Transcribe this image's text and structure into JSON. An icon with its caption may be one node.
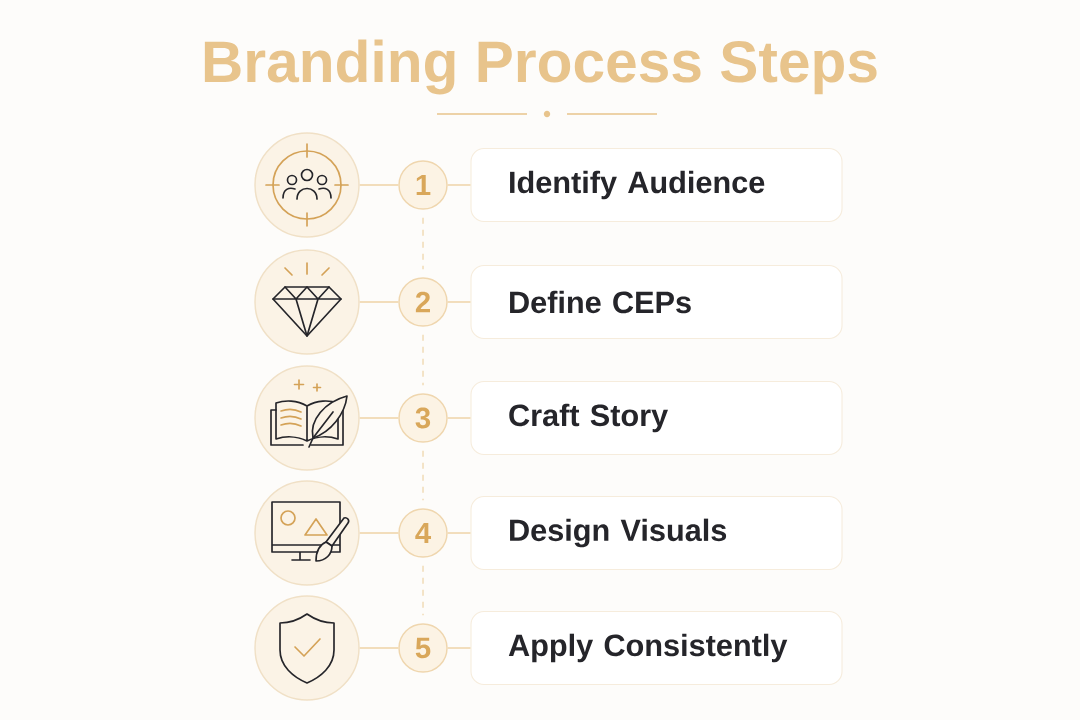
{
  "diagram": {
    "title": "Branding Process Steps",
    "nodes": [
      {
        "text": [],
        "shape": "circle"
      },
      {
        "text": [
          "1"
        ]
      },
      {
        "text": [
          "Identify Audience"
        ]
      },
      {
        "text": [],
        "shape": "circle"
      },
      {
        "text": [
          "2"
        ]
      },
      {
        "text": [
          "Define CEPs"
        ]
      },
      {
        "text": [],
        "shape": "circle"
      },
      {
        "text": [
          "3"
        ]
      },
      {
        "text": [
          "Craft Story"
        ]
      },
      {
        "text": [],
        "shape": "circle"
      },
      {
        "text": [
          "4"
        ]
      },
      {
        "text": [
          "Design Visuals"
        ]
      },
      {
        "text": [],
        "shape": "circle"
      },
      {
        "text": [
          "5"
        ]
      },
      {
        "text": [
          "Apply Consistently"
        ]
      }
    ],
    "edges": [
      {
        "from": 0,
        "to": 1,
        "arrow": "none"
      },
      {
        "from": 1,
        "to": 2,
        "arrow": "none"
      },
      {
        "from": 1,
        "to": 4,
        "arrow": "none",
        "style": "dashed"
      },
      {
        "from": 3,
        "to": 4,
        "arrow": "none"
      },
      {
        "from": 4,
        "to": 5,
        "arrow": "none"
      },
      {
        "from": 4,
        "to": 7,
        "arrow": "none",
        "style": "dashed"
      },
      {
        "from": 6,
        "to": 7,
        "arrow": "none"
      },
      {
        "from": 7,
        "to": 8,
        "arrow": "none"
      },
      {
        "from": 7,
        "to": 10,
        "arrow": "none",
        "style": "dashed"
      },
      {
        "from": 9,
        "to": 10,
        "arrow": "none"
      },
      {
        "from": 10,
        "to": 11,
        "arrow": "none"
      },
      {
        "from": 10,
        "to": 13,
        "arrow": "none",
        "style": "dashed"
      },
      {
        "from": 12,
        "to": 13,
        "arrow": "none"
      },
      {
        "from": 13,
        "to": 14,
        "arrow": "none"
      }
    ]
  }
}
